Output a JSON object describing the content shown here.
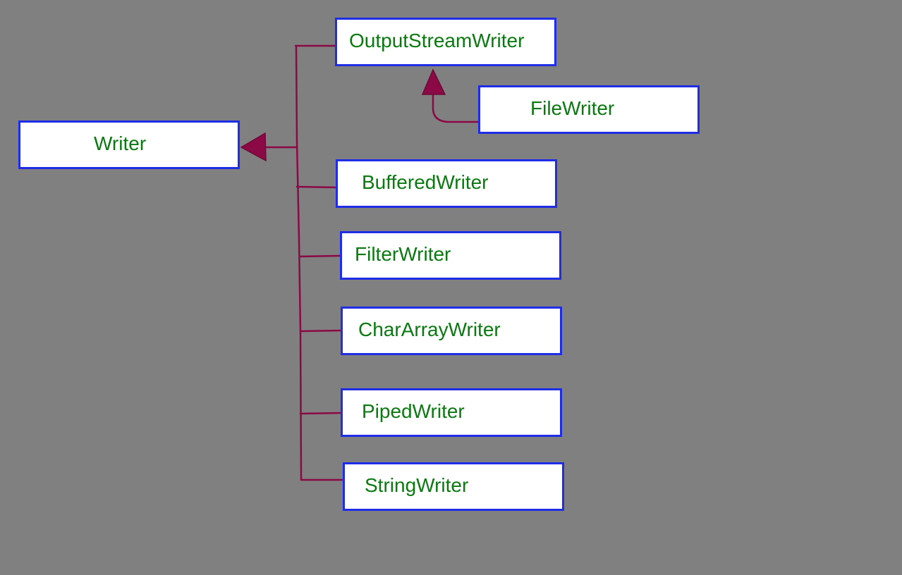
{
  "diagram": {
    "colors": {
      "background": "#808080",
      "box_fill": "#ffffff",
      "box_border": "#1f2ee6",
      "text": "#0a7a10",
      "connector": "#8b0a45"
    },
    "root": {
      "label": "Writer"
    },
    "subclasses": [
      {
        "label": "OutputStreamWriter"
      },
      {
        "label": "FileWriter"
      },
      {
        "label": "BufferedWriter"
      },
      {
        "label": "FilterWriter"
      },
      {
        "label": "CharArrayWriter"
      },
      {
        "label": "PipedWriter"
      },
      {
        "label": "StringWriter"
      }
    ],
    "relations": [
      {
        "from": "OutputStreamWriter",
        "to": "Writer",
        "type": "inheritance"
      },
      {
        "from": "BufferedWriter",
        "to": "Writer",
        "type": "inheritance"
      },
      {
        "from": "FilterWriter",
        "to": "Writer",
        "type": "inheritance"
      },
      {
        "from": "CharArrayWriter",
        "to": "Writer",
        "type": "inheritance"
      },
      {
        "from": "PipedWriter",
        "to": "Writer",
        "type": "inheritance"
      },
      {
        "from": "StringWriter",
        "to": "Writer",
        "type": "inheritance"
      },
      {
        "from": "FileWriter",
        "to": "OutputStreamWriter",
        "type": "inheritance"
      }
    ]
  }
}
